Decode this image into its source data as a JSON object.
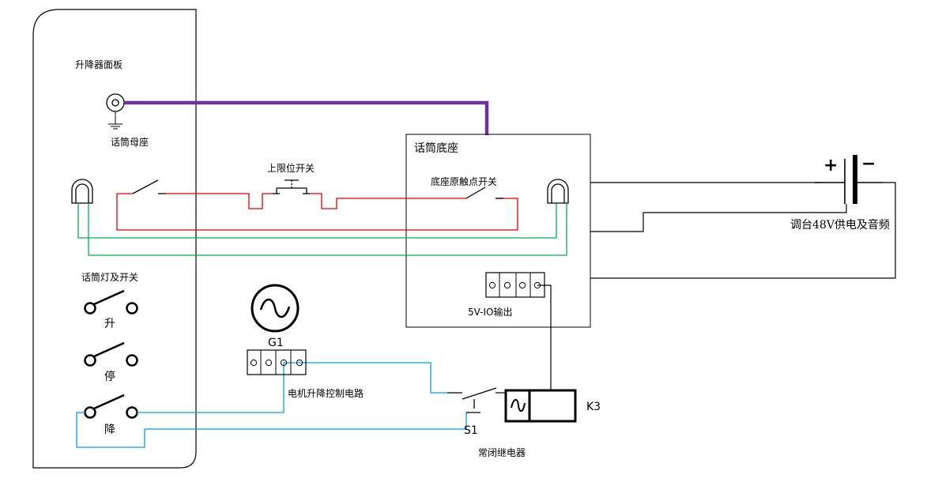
{
  "labels": {
    "panel_title": "升降器面板",
    "mic_socket": "话筒母座",
    "upper_limit_switch": "上限位开关",
    "base_title": "话筒底座",
    "base_contact_switch": "底座原触点开关",
    "power_audio": "调台48V供电及音频",
    "lamp_switch": "话筒灯及开关",
    "up": "升",
    "stop": "停",
    "down": "降",
    "io_output": "5V-IO输出",
    "g1": "G1",
    "motor_circuit": "电机升降控制电路",
    "k3": "K3",
    "s1": "S1",
    "nc_relay": "常闭继电器",
    "plus": "+",
    "minus": "−"
  },
  "colors": {
    "audio_line": "#7030a0",
    "red_line": "#e00000",
    "green_line": "#00b050",
    "blue_line": "#00a0e0",
    "black": "#000000"
  }
}
